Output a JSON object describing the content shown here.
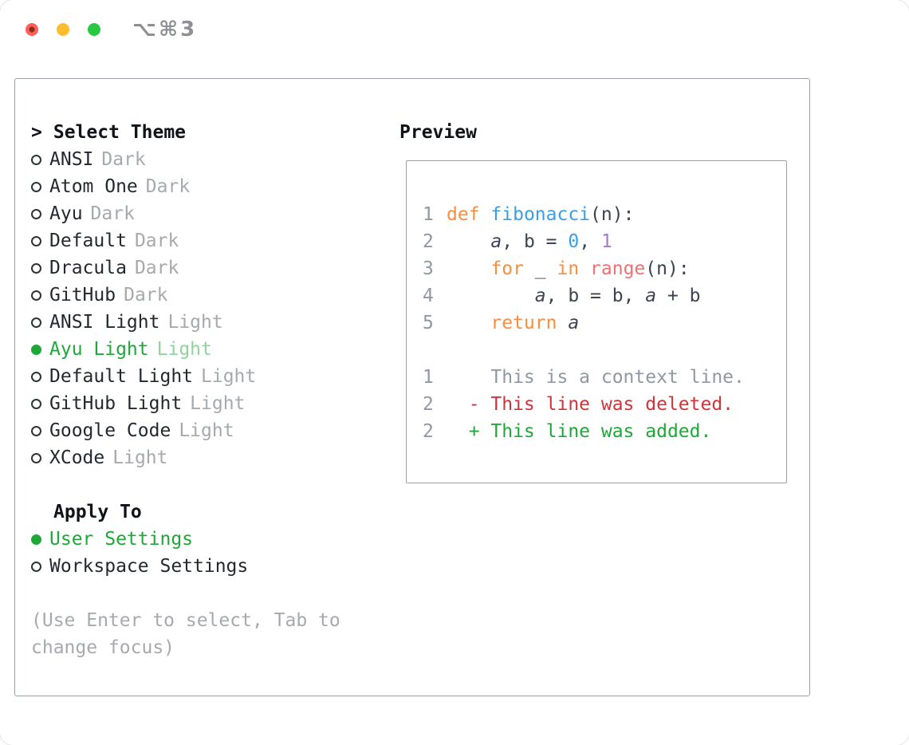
{
  "titlebar": {
    "shortcut_label": "⌥⌘3"
  },
  "theme_selector": {
    "cursor": ">",
    "title": "Select Theme",
    "items": [
      {
        "label": "ANSI",
        "variant": "Dark",
        "selected": false
      },
      {
        "label": "Atom One",
        "variant": "Dark",
        "selected": false
      },
      {
        "label": "Ayu",
        "variant": "Dark",
        "selected": false
      },
      {
        "label": "Default",
        "variant": "Dark",
        "selected": false
      },
      {
        "label": "Dracula",
        "variant": "Dark",
        "selected": false
      },
      {
        "label": "GitHub",
        "variant": "Dark",
        "selected": false
      },
      {
        "label": "ANSI Light",
        "variant": "Light",
        "selected": false
      },
      {
        "label": "Ayu Light",
        "variant": "Light",
        "selected": true
      },
      {
        "label": "Default Light",
        "variant": "Light",
        "selected": false
      },
      {
        "label": "GitHub Light",
        "variant": "Light",
        "selected": false
      },
      {
        "label": "Google Code",
        "variant": "Light",
        "selected": false
      },
      {
        "label": "XCode",
        "variant": "Light",
        "selected": false
      }
    ]
  },
  "apply_to": {
    "title": "Apply To",
    "options": [
      {
        "label": "User Settings",
        "selected": true
      },
      {
        "label": "Workspace Settings",
        "selected": false
      }
    ]
  },
  "hint": "(Use Enter to select, Tab to change focus)",
  "preview": {
    "title": "Preview",
    "code_lines": [
      {
        "num": "1",
        "tokens": [
          {
            "t": "def",
            "c": "keyword"
          },
          {
            "t": " ",
            "c": "plain"
          },
          {
            "t": "fibonacci",
            "c": "function"
          },
          {
            "t": "(n):",
            "c": "plain"
          }
        ]
      },
      {
        "num": "2",
        "tokens": [
          {
            "t": "    ",
            "c": "plain"
          },
          {
            "t": "a",
            "c": "plain",
            "i": true
          },
          {
            "t": ", b = ",
            "c": "plain"
          },
          {
            "t": "0",
            "c": "number_blue"
          },
          {
            "t": ", ",
            "c": "plain"
          },
          {
            "t": "1",
            "c": "number_purple"
          }
        ]
      },
      {
        "num": "3",
        "tokens": [
          {
            "t": "    ",
            "c": "plain"
          },
          {
            "t": "for",
            "c": "keyword"
          },
          {
            "t": " _ ",
            "c": "plain"
          },
          {
            "t": "in",
            "c": "keyword"
          },
          {
            "t": " ",
            "c": "plain"
          },
          {
            "t": "range",
            "c": "call"
          },
          {
            "t": "(n):",
            "c": "plain"
          }
        ]
      },
      {
        "num": "4",
        "tokens": [
          {
            "t": "        ",
            "c": "plain"
          },
          {
            "t": "a",
            "c": "plain",
            "i": true
          },
          {
            "t": ", b = b, ",
            "c": "plain"
          },
          {
            "t": "a",
            "c": "plain",
            "i": true
          },
          {
            "t": " + b",
            "c": "plain"
          }
        ]
      },
      {
        "num": "5",
        "tokens": [
          {
            "t": "    ",
            "c": "plain"
          },
          {
            "t": "return",
            "c": "keyword"
          },
          {
            "t": " ",
            "c": "plain"
          },
          {
            "t": "a",
            "c": "plain",
            "i": true
          }
        ]
      }
    ],
    "diff_lines": [
      {
        "num": "1",
        "kind": "context",
        "text": "    This is a context line."
      },
      {
        "num": "2",
        "kind": "deleted",
        "text": "  - This line was deleted."
      },
      {
        "num": "2",
        "kind": "added",
        "text": "  + This line was added."
      }
    ]
  },
  "palette": {
    "selected_green": "#1ea838",
    "selected_variant_green": "#8fd49c",
    "variant_gray": "#a6a9ad",
    "hint_gray": "#a6a9ad",
    "plain": "#3c4352",
    "keyword": "#fa8d3e",
    "function": "#399ee6",
    "call": "#f07171",
    "number_blue": "#399ee6",
    "number_purple": "#a37acc",
    "line_number_gray": "#8f98a3",
    "diff_context": "#8f98a3",
    "diff_deleted": "#d13438",
    "diff_added": "#1ea838"
  }
}
